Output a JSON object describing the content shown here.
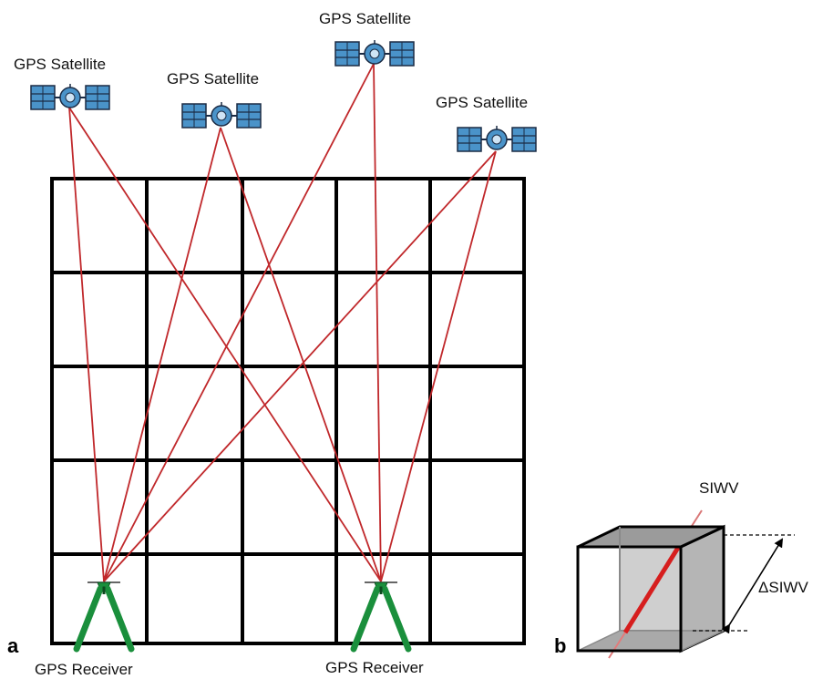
{
  "satellites": [
    {
      "label": "GPS Satellite",
      "icon": "satellite-icon"
    },
    {
      "label": "GPS Satellite",
      "icon": "satellite-icon"
    },
    {
      "label": "GPS Satellite",
      "icon": "satellite-icon"
    },
    {
      "label": "GPS Satellite",
      "icon": "satellite-icon"
    }
  ],
  "receivers": [
    {
      "label": "GPS Receiver",
      "icon": "tripod-receiver-icon"
    },
    {
      "label": "GPS Receiver",
      "icon": "tripod-receiver-icon"
    }
  ],
  "panel_a": {
    "letter": "a"
  },
  "panel_b": {
    "letter": "b",
    "siwv_label": "SIWV",
    "delta_label": "ΔSIWV"
  },
  "colors": {
    "grid": "#000000",
    "signal_path": "#c0282b",
    "satellite_panel": "#4a93c9",
    "tripod": "#1a8f3c",
    "cube_face": "#bdbdbd"
  }
}
